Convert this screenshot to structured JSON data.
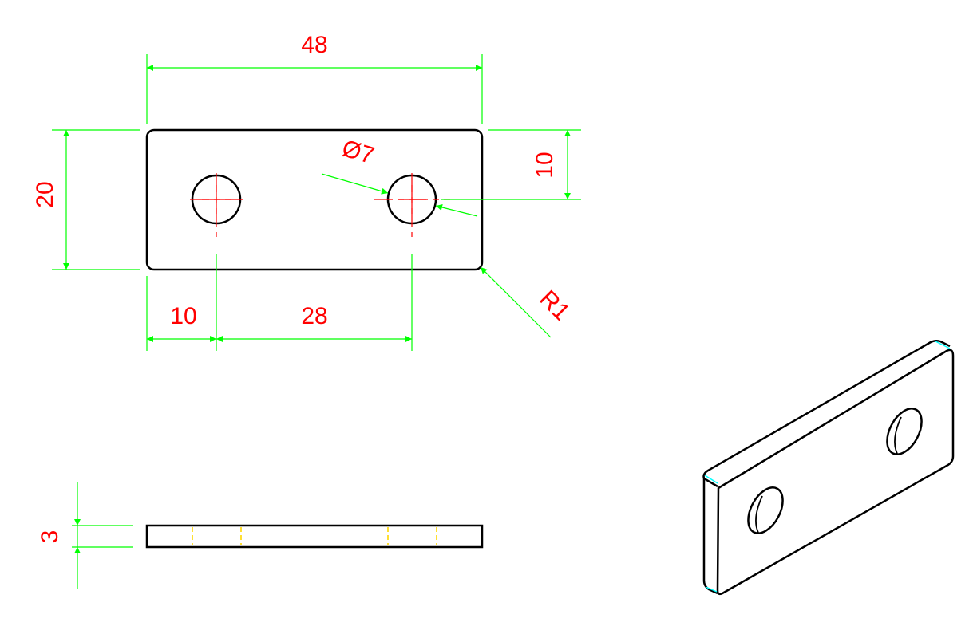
{
  "dimensions": {
    "overall_width": "48",
    "overall_height": "20",
    "hole_diameter": "Ø7",
    "hole_offset_from_top": "10",
    "corner_radius": "R1",
    "first_hole_offset": "10",
    "hole_spacing": "28",
    "thickness": "3"
  },
  "colors": {
    "outline": "#000000",
    "dimension_line": "#00ff00",
    "dimension_text": "#ff0000",
    "centerline": "#ff0000",
    "hidden_line": "#ffd700",
    "iso_edge_highlight": "#00ffff",
    "background": "#ffffff"
  }
}
